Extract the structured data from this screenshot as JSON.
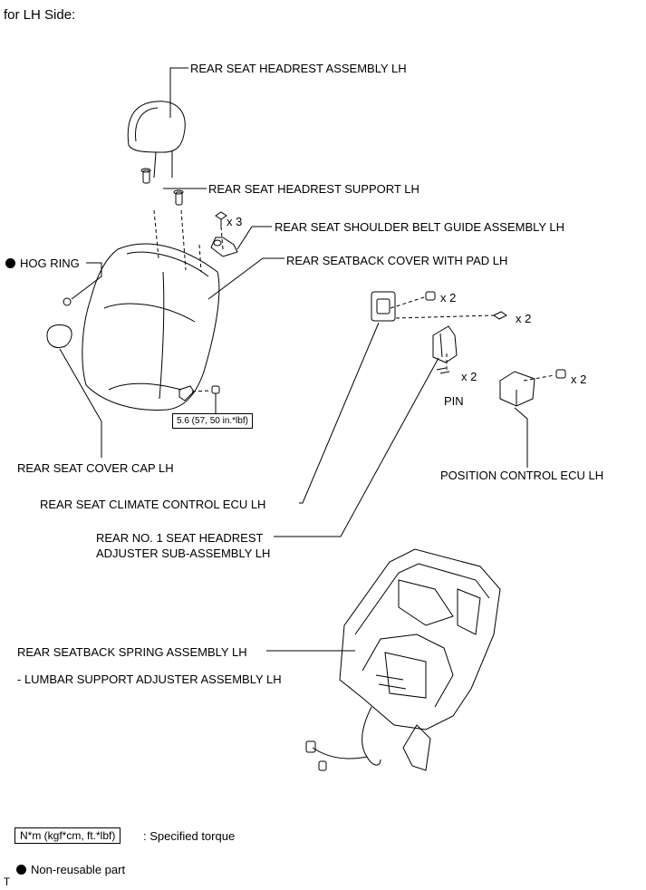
{
  "header": {
    "title": "for LH Side:"
  },
  "labels": {
    "headrest_assembly": "REAR SEAT HEADREST ASSEMBLY LH",
    "headrest_support": "REAR SEAT HEADREST SUPPORT LH",
    "belt_guide_qty": "x 3",
    "belt_guide": "REAR SEAT SHOULDER BELT GUIDE ASSEMBLY LH",
    "hog_ring": "HOG RING",
    "seatback_cover": "REAR SEATBACK COVER WITH PAD LH",
    "climate_nut_qty": "x 2",
    "adjuster_bolt_qty": "x 2",
    "pin_qty": "x 2",
    "pin": "PIN",
    "ecu_nut_qty": "x 2",
    "torque_value": "5.6 (57, 50 in.*lbf)",
    "cover_cap": "REAR SEAT COVER CAP LH",
    "position_ecu": "POSITION CONTROL ECU LH",
    "climate_ecu": "REAR SEAT CLIMATE CONTROL ECU LH",
    "adjuster_line1": "REAR NO. 1 SEAT HEADREST",
    "adjuster_line2": "ADJUSTER SUB-ASSEMBLY LH",
    "spring_assembly": "REAR SEATBACK SPRING ASSEMBLY LH",
    "lumbar": "- LUMBAR SUPPORT ADJUSTER ASSEMBLY LH"
  },
  "legend": {
    "torque_unit": "N*m (kgf*cm, ft.*lbf)",
    "torque_desc": ": Specified torque",
    "nonreusable": "Non-reusable part"
  },
  "corner_mark": "T"
}
